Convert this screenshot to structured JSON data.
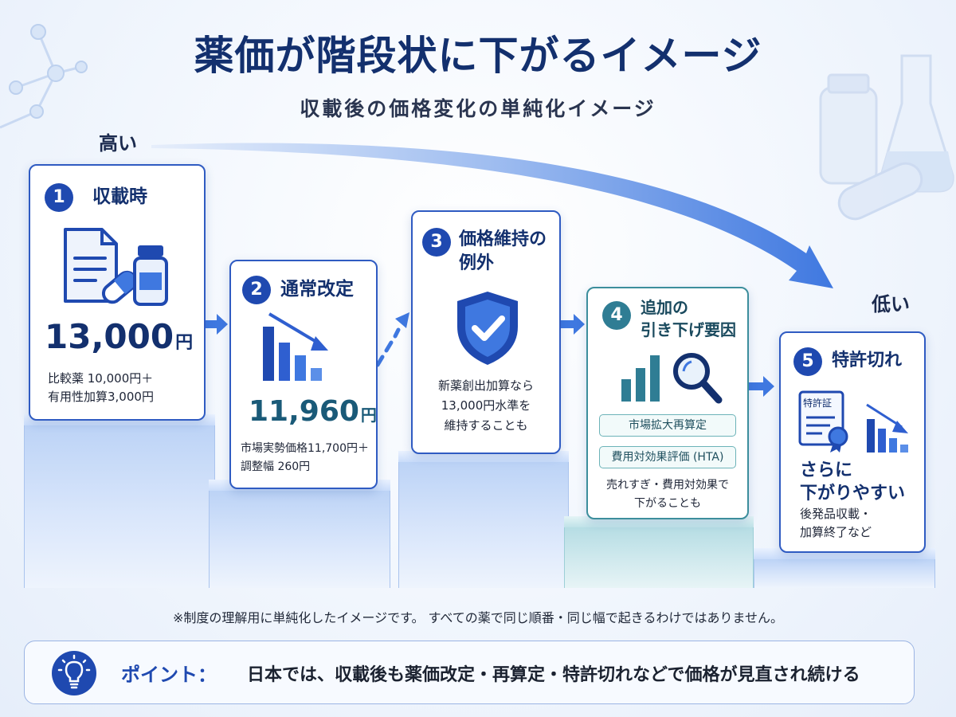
{
  "title": "薬価が階段状に下がるイメージ",
  "subtitle": "収載後の価格変化の単純化イメージ",
  "label_high": "高い",
  "label_low": "低い",
  "steps": [
    {
      "number": "1",
      "title": "収載時",
      "price": "13,000",
      "currency": "円",
      "desc": [
        "比較薬 10,000円＋",
        "有用性加算3,000円"
      ],
      "icons": [
        "document-icon",
        "capsule-icon",
        "vial-icon"
      ]
    },
    {
      "number": "2",
      "title": "通常改定",
      "price": "11,960",
      "currency": "円",
      "desc": [
        "市場実勢価格11,700円＋",
        "調整幅 260円"
      ],
      "icons": [
        "falling-bar-chart-icon"
      ]
    },
    {
      "number": "3",
      "title_lines": [
        "価格維持の",
        "例外"
      ],
      "desc": [
        "新薬創出加算なら",
        "13,000円水準を",
        "維持することも"
      ],
      "icons": [
        "shield-check-icon"
      ]
    },
    {
      "number": "4",
      "title_lines": [
        "追加の",
        "引き下げ要因"
      ],
      "tags": [
        "市場拡大再算定",
        "費用対効果評価 (HTA)"
      ],
      "desc": [
        "売れすぎ・費用対効果で",
        "下がることも"
      ],
      "icons": [
        "bar-chart-icon",
        "magnifier-icon"
      ]
    },
    {
      "number": "5",
      "title": "特許切れ",
      "certificate_label": "特許証",
      "emphasis": [
        "さらに",
        "下がりやすい"
      ],
      "desc": [
        "後発品収載・",
        "加算終了など"
      ],
      "icons": [
        "certificate-icon",
        "falling-bar-chart-icon"
      ]
    }
  ],
  "note": "※制度の理解用に単純化したイメージです。 すべての薬で同じ順番・同じ幅で起きるわけではありません。",
  "point": {
    "label": "ポイント：",
    "text": "日本では、収載後も薬価改定・再算定・特許切れなどで価格が見直され続ける",
    "icon": "lightbulb-icon"
  },
  "colors": {
    "navy": "#13306e",
    "accent_blue": "#1f49b0",
    "teal": "#2f7d94",
    "arrow_blue": "#3f78e0"
  }
}
